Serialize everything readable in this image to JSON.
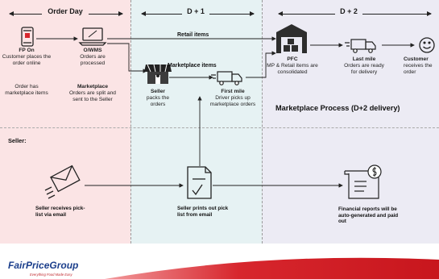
{
  "headers": {
    "order_day": "Order Day",
    "d1": "D + 1",
    "d2": "D + 2"
  },
  "flow": {
    "retail_items": "Retail items",
    "marketplace_items": "Marketplace items"
  },
  "nodes": {
    "fp_on": {
      "title": "FP On",
      "text": "Customer places the order online"
    },
    "order_note": "Order has marketplace items",
    "owms": {
      "title": "O/WMS",
      "text": "Orders are processed"
    },
    "marketplace": {
      "title": "Marketplace",
      "text": "Orders are split and sent to the Seller"
    },
    "seller": {
      "title": "Seller",
      "text": "packs the orders"
    },
    "first_mile": {
      "title": "First mile",
      "text": "Driver picks up marketplace orders"
    },
    "pfc": {
      "title": "PFC",
      "text": "MP & Retail items are consolidated"
    },
    "last_mile": {
      "title": "Last mile",
      "text": "Orders are ready for delivery"
    },
    "customer": {
      "title": "Customer",
      "text": "receives the order"
    }
  },
  "process_title": "Marketplace Process (D+2 delivery)",
  "seller_section": {
    "label": "Seller:",
    "pick_list_receive": "Seller receives pick-list via email",
    "pick_list_print": "Seller prints out pick list from email",
    "financial": "Financial reports will be auto-generated and paid out"
  },
  "footer": {
    "brand": "FairPriceGroup",
    "tagline": "Everything Food Made Easy"
  },
  "icons": [
    "phone-icon",
    "laptop-icon",
    "store-icon",
    "truck-icon",
    "warehouse-icon",
    "customer-face-icon",
    "envelope-icon",
    "pick-list-icon",
    "financial-report-icon"
  ],
  "colors": {
    "order_day_band": "#fbe4e5",
    "d1_band": "#e6f2f3",
    "d2_band": "#ecebf4",
    "brand_blue": "#1c3f8c",
    "brand_red": "#d7262d"
  }
}
